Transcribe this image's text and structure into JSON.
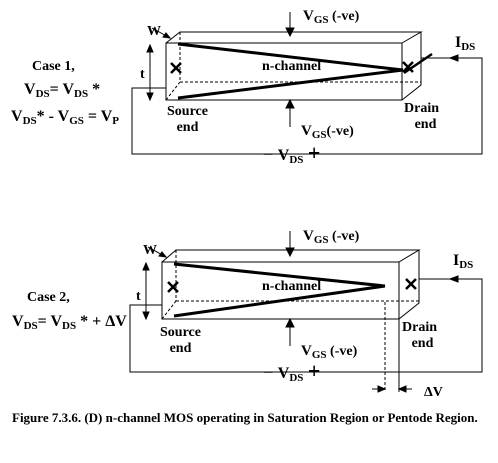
{
  "diagram1": {
    "case_label": "Case 1,",
    "eq1": {
      "lhs": "V",
      "lhs_sub": "DS",
      "mid": "= V",
      "mid_sub": "DS",
      "tail": " *"
    },
    "eq2": {
      "a": "V",
      "a_sub": "DS",
      "b": "* - V",
      "b_sub": "GS",
      "c": " = V",
      "c_sub": "P"
    },
    "w": "W",
    "t": "t",
    "channel": "n-channel",
    "source": [
      "Source",
      "end"
    ],
    "drain": [
      "Drain",
      "end"
    ],
    "vgs_top": {
      "v": "V",
      "sub": "GS",
      "note": " (-ve)"
    },
    "vgs_bottom": {
      "v": "V",
      "sub": "GS",
      "note": "(-ve)"
    },
    "ids": {
      "i": "I",
      "sub": "DS"
    },
    "vds": {
      "minus": "−",
      "v": "V",
      "sub": "DS",
      "plus": "+"
    }
  },
  "diagram2": {
    "case_label": "Case 2,",
    "eq1": {
      "lhs": "V",
      "lhs_sub": "DS",
      "mid": "= V",
      "mid_sub": "DS",
      "tail": " * + ΔV"
    },
    "w": "W",
    "t": "t",
    "channel": "n-channel",
    "source": [
      "Source",
      "end"
    ],
    "drain": [
      "Drain",
      "end"
    ],
    "vgs_top": {
      "v": "V",
      "sub": "GS",
      "note": " (-ve)"
    },
    "vgs_bottom": {
      "v": "V",
      "sub": "GS",
      "note": " (-ve)"
    },
    "ids": {
      "i": "I",
      "sub": "DS"
    },
    "vds": {
      "minus": "−",
      "v": "V",
      "sub": "DS",
      "plus": "+"
    },
    "delta_v": "ΔV"
  },
  "caption": "Figure 7.3.6. (D) n-channel MOS operating in Saturation Region or Pentode Region."
}
